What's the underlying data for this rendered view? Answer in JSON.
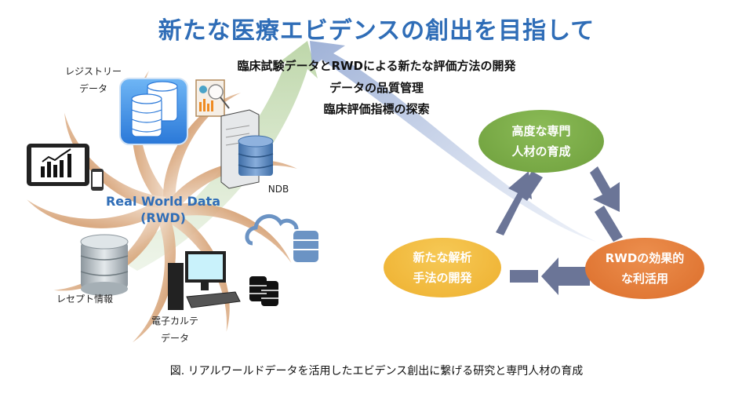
{
  "title": "新たな医療エビデンスの創出を目指して",
  "topics": [
    "臨床試験データとRWDによる新たな評価方法の開発",
    "データの品質管理",
    "臨床評価指標の探索"
  ],
  "rwd_hub": {
    "label_line1": "Real World Data",
    "label_line2": "(RWD)"
  },
  "data_sources": [
    {
      "name": "registry",
      "line1": "レジストリー",
      "line2": "データ",
      "icon": "database-app-icon"
    },
    {
      "name": "ndb",
      "line1": "NDB",
      "icon": "server-database-icon"
    },
    {
      "name": "receipt",
      "line1": "レセプト情報",
      "icon": "database-icon"
    },
    {
      "name": "emr",
      "line1": "電子カルテ",
      "line2": "データ",
      "icon": "desktop-computer-icon"
    },
    {
      "name": "tablet",
      "icon": "tablet-chart-icon"
    },
    {
      "name": "cloud",
      "icon": "cloud-database-icon"
    },
    {
      "name": "report",
      "icon": "clipboard-report-icon"
    },
    {
      "name": "databases",
      "icon": "stacked-databases-icon"
    }
  ],
  "cycle": [
    {
      "line1": "高度な専門",
      "line2": "人材の育成",
      "color": "#7aab45"
    },
    {
      "line1": "RWDの効果的",
      "line2": "な利活用",
      "color": "#e57b35"
    },
    {
      "line1": "新たな解析",
      "line2": "手法の開発",
      "color": "#f2bb3f"
    }
  ],
  "colors": {
    "title": "#2f6db7",
    "swirl": "#d8a57a",
    "arrow": "#6b7597",
    "green_arrow": "#b9d3a4",
    "blue_arrow": "#9db0d6"
  },
  "caption": "図. リアルワールドデータを活用したエビデンス創出に繋げる研究と専門人材の育成"
}
